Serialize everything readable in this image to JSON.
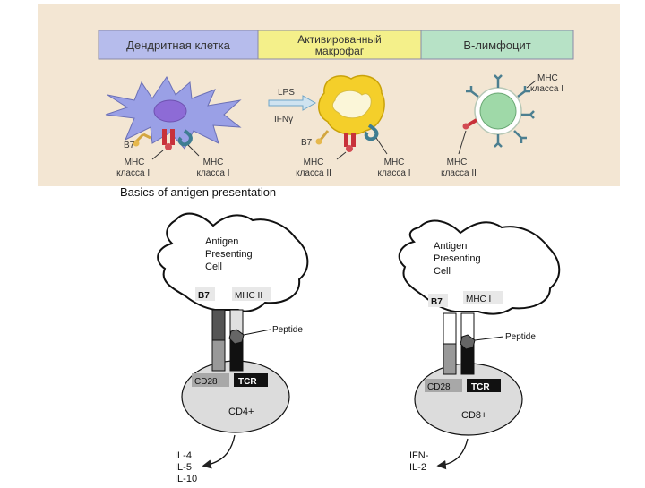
{
  "top_panel": {
    "headers": {
      "dendritic": "Дендритная клетка",
      "macrophage_line1": "Активированный",
      "macrophage_line2": "макрофаг",
      "b_lymphocyte": "В-лимфоцит"
    },
    "labels": {
      "lps": "LPS",
      "ifn": "IFNγ",
      "b7_dendritic": "B7",
      "b7_macrophage": "B7",
      "mhc_line": "MHC",
      "class_ii": "класса II",
      "class_i": "класса I"
    },
    "colors": {
      "background": "#f3e6d3",
      "header_dendritic": "#b6bcec",
      "header_macrophage": "#f4f08a",
      "header_b": "#b7e2c6",
      "dendritic_cell": "#9aa0e6",
      "macrophage_cell": "#f4cf2a",
      "b_cell": "#9fd9a8"
    }
  },
  "bottom_panel": {
    "title": "Basics of antigen presentation",
    "left": {
      "apc_line1": "Antigen",
      "apc_line2": "Presenting",
      "apc_line3": "Cell",
      "b7": "B7",
      "mhc": "MHC II",
      "peptide": "Peptide",
      "cd28": "CD28",
      "tcr": "TCR",
      "tcell": "CD4+",
      "cytokines": [
        "IL-4",
        "IL-5",
        "IL-10"
      ]
    },
    "right": {
      "apc_line1": "Antigen",
      "apc_line2": "Presenting",
      "apc_line3": "Cell",
      "b7": "B7",
      "mhc": "MHC I",
      "peptide": "Peptide",
      "cd28": "CD28",
      "tcr": "TCR",
      "tcell": "CD8+",
      "cytokines": [
        "IFN-",
        "IL-2"
      ]
    }
  }
}
